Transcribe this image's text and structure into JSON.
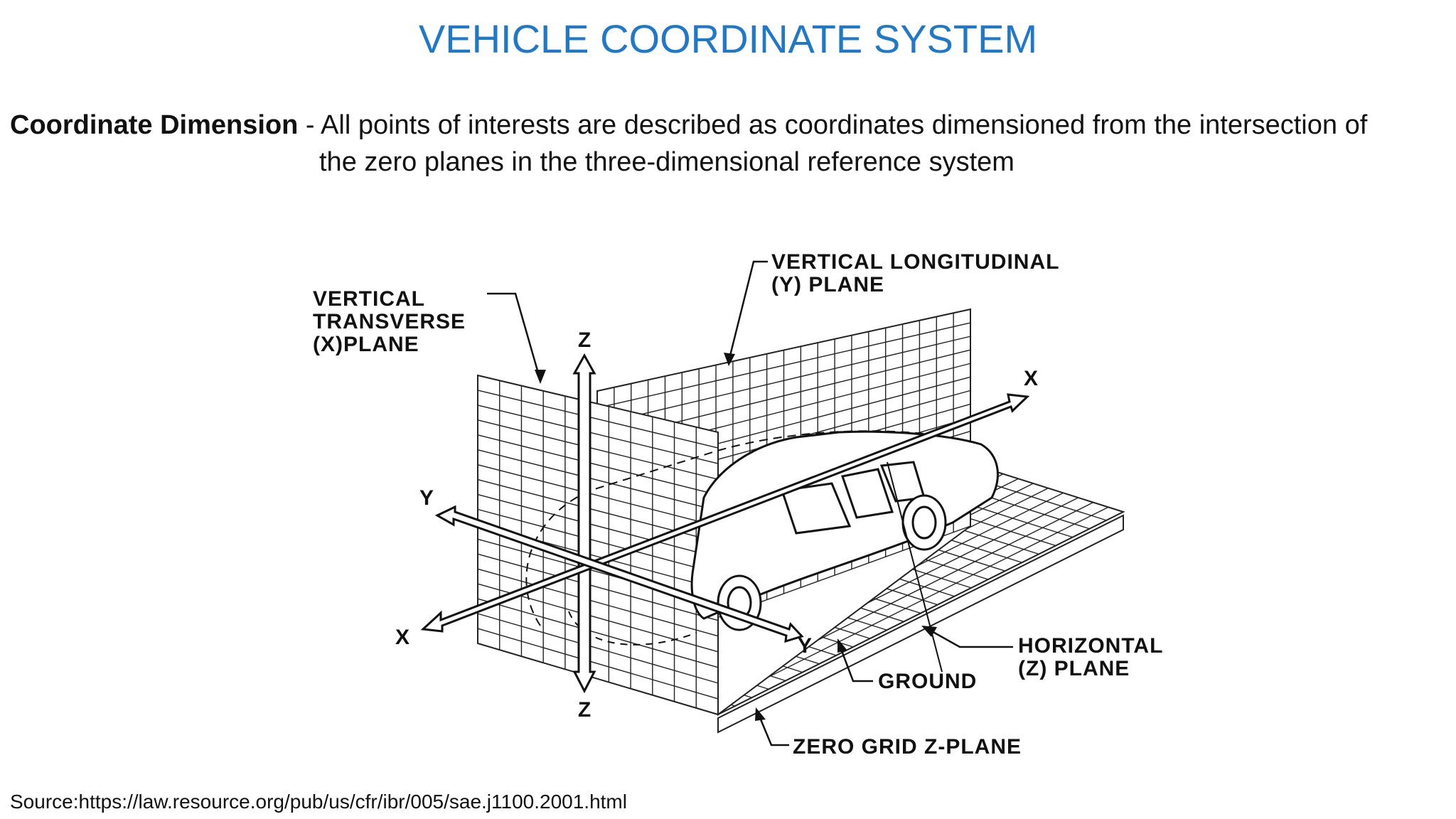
{
  "title": "VEHICLE COORDINATE SYSTEM",
  "description": {
    "lead": "Coordinate Dimension",
    "line1": " - All points of interests are described as coordinates dimensioned from the intersection of",
    "line2": "the zero planes in the three-dimensional reference system"
  },
  "diagram": {
    "labels": {
      "vertical_transverse_1": "VERTICAL",
      "vertical_transverse_2": "TRANSVERSE",
      "vertical_transverse_3": "(X)PLANE",
      "vertical_longitudinal_1": "VERTICAL LONGITUDINAL",
      "vertical_longitudinal_2": "(Y) PLANE",
      "horizontal_1": "HORIZONTAL",
      "horizontal_2": "(Z) PLANE",
      "ground": "GROUND",
      "zero_grid": "ZERO GRID Z-PLANE"
    },
    "axes": {
      "z_top": "Z",
      "z_bottom": "Z",
      "x_right": "X",
      "x_left": "X",
      "y_left": "Y",
      "y_right": "Y"
    }
  },
  "source": "Source:https://law.resource.org/pub/us/cfr/ibr/005/sae.j1100.2001.html"
}
